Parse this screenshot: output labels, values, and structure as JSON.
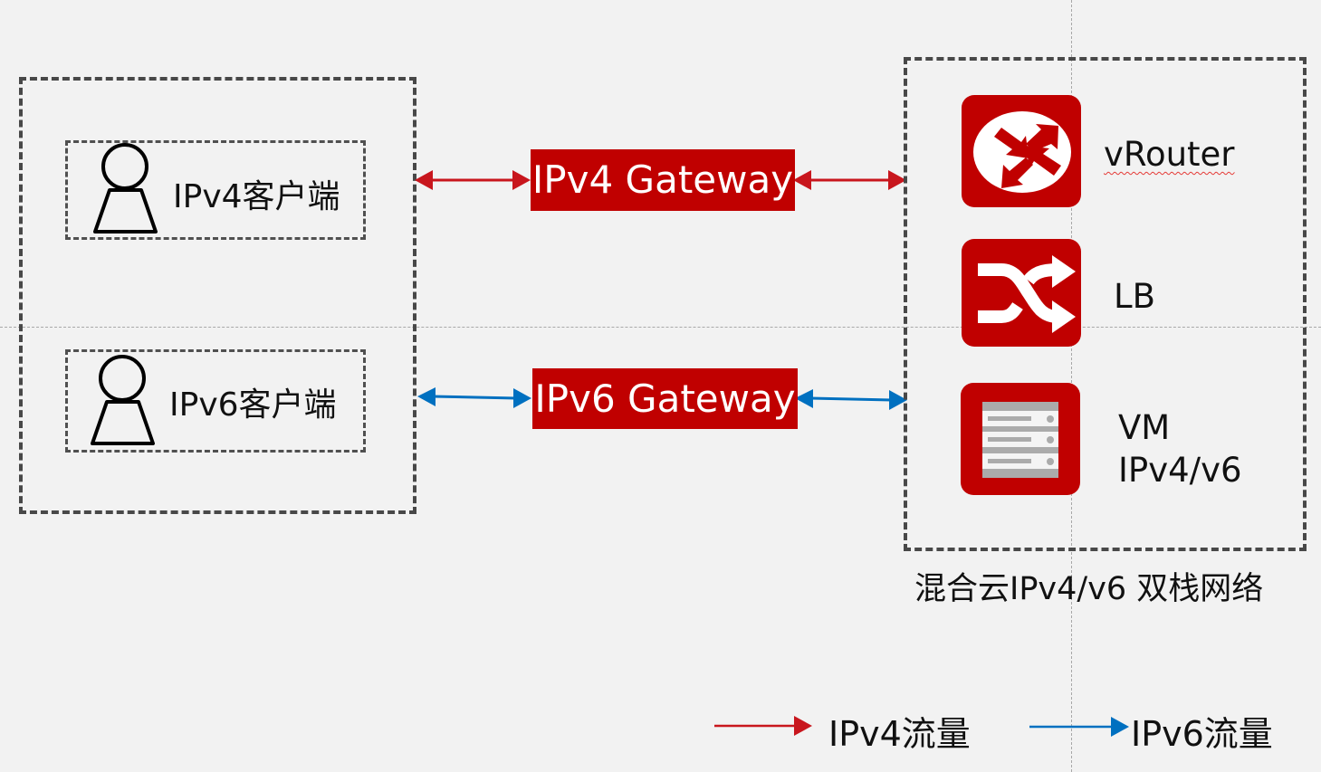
{
  "colors": {
    "background": "#f2f2f2",
    "gateway_fill": "#c00000",
    "icon_fill": "#c00000",
    "ipv4_flow": "#c8161d",
    "ipv6_flow": "#0070c0",
    "box_border": "#484848"
  },
  "clients": [
    {
      "label": "IPv4客户端",
      "icon": "user-icon"
    },
    {
      "label": "IPv6客户端",
      "icon": "user-icon"
    }
  ],
  "gateways": [
    {
      "label": "IPv4 Gateway",
      "flow": "ipv4"
    },
    {
      "label": "IPv6 Gateway",
      "flow": "ipv6"
    }
  ],
  "services": [
    {
      "label": "vRouter",
      "icon": "router-icon"
    },
    {
      "label": "LB",
      "icon": "load-balancer-shuffle-icon"
    },
    {
      "label_line1": "VM",
      "label_line2": "IPv4/v6",
      "icon": "server-icon"
    }
  ],
  "cloud_caption": "混合云IPv4/v6 双栈网络",
  "legend": [
    {
      "label": "IPv4流量",
      "flow": "ipv4"
    },
    {
      "label": "IPv6流量",
      "flow": "ipv6"
    }
  ]
}
